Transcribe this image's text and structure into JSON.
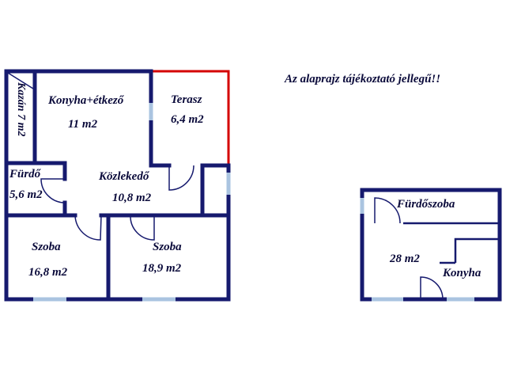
{
  "note": "Az alaprajz tájékoztató jellegű!!",
  "floor_plan_1": {
    "rooms": [
      {
        "name": "Kazán",
        "area": "7 m2"
      },
      {
        "name": "Konyha+étkező",
        "area": "11 m2"
      },
      {
        "name": "Terasz",
        "area": "6,4 m2"
      },
      {
        "name": "Fürdő",
        "area": "5,6 m2"
      },
      {
        "name": "Közlekedő",
        "area": "10,8 m2"
      },
      {
        "name": "Szoba",
        "area": "16,8 m2"
      },
      {
        "name": "Szoba",
        "area": "18,9 m2"
      }
    ]
  },
  "floor_plan_2": {
    "rooms": [
      {
        "name": "Fürdőszoba"
      },
      {
        "name": "Konyha"
      }
    ],
    "area": "28 m2"
  },
  "colors": {
    "wall": "#161a6e",
    "terrace": "#d40000",
    "window": "#aac4e0"
  }
}
